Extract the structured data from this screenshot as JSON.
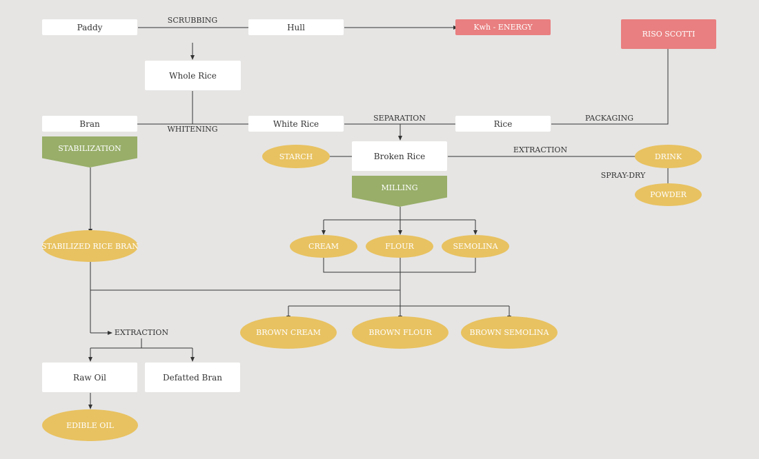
{
  "colors": {
    "background": "#e6e5e4",
    "box": "#ffffff",
    "energy_box": "#e97f80",
    "product_oval": "#e8c261",
    "process_shape": "#98ae69",
    "line": "#333333"
  },
  "boxes": {
    "paddy": "Paddy",
    "hull": "Hull",
    "energy": "Kwh - ENERGY",
    "riso_scotti": "RISO SCOTTI",
    "whole_rice": "Whole Rice",
    "bran": "Bran",
    "white_rice": "White Rice",
    "rice": "Rice",
    "broken_rice": "Broken Rice",
    "raw_oil": "Raw Oil",
    "defatted_bran": "Defatted Bran"
  },
  "process_shapes": {
    "stabilization": "STABILIZATION",
    "milling": "MILLING"
  },
  "products": {
    "starch": "STARCH",
    "drink": "DRINK",
    "powder": "POWDER",
    "stabilized_rice_bran": "STABILIZED RICE BRAN",
    "cream": "CREAM",
    "flour": "FLOUR",
    "semolina": "SEMOLINA",
    "brown_cream": "BROWN CREAM",
    "brown_flour": "BROWN FLOUR",
    "brown_semolina": "BROWN SEMOLINA",
    "edible_oil": "EDIBLE OIL"
  },
  "edge_labels": {
    "scrubbing": "SCRUBBING",
    "whitening": "WHITENING",
    "separation": "SEPARATION",
    "packaging": "PACKAGING",
    "extraction_drink": "EXTRACTION",
    "spray_dry": "SPRAY-DRY",
    "extraction_bran": "EXTRACTION"
  }
}
